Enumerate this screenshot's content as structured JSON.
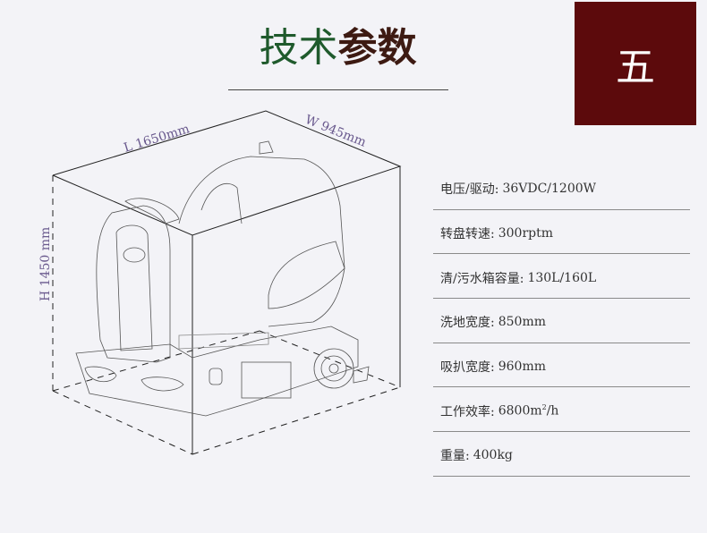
{
  "title": {
    "part1": "技术",
    "part2": "参数"
  },
  "badge": "五",
  "dimensions": {
    "length": "L 1650mm",
    "width": "W 945mm",
    "height": "H 1450 mm"
  },
  "specs": [
    {
      "label": "电压/驱动:",
      "value": "36VDC/1200W"
    },
    {
      "label": "转盘转速:",
      "value": "300rptm"
    },
    {
      "label": "清/污水箱容量:",
      "value": "130L/160L"
    },
    {
      "label": "洗地宽度:",
      "value": "850mm"
    },
    {
      "label": "吸扒宽度:",
      "value": "960mm"
    },
    {
      "label": "工作效率:",
      "value": "6800m",
      "sup": "2",
      "suffix": "/h"
    },
    {
      "label": "重量:",
      "value": "400kg"
    }
  ],
  "colors": {
    "badge": "#5c0a0c",
    "title_green": "#1f5a2c",
    "dim_text": "#6a5a8e"
  }
}
